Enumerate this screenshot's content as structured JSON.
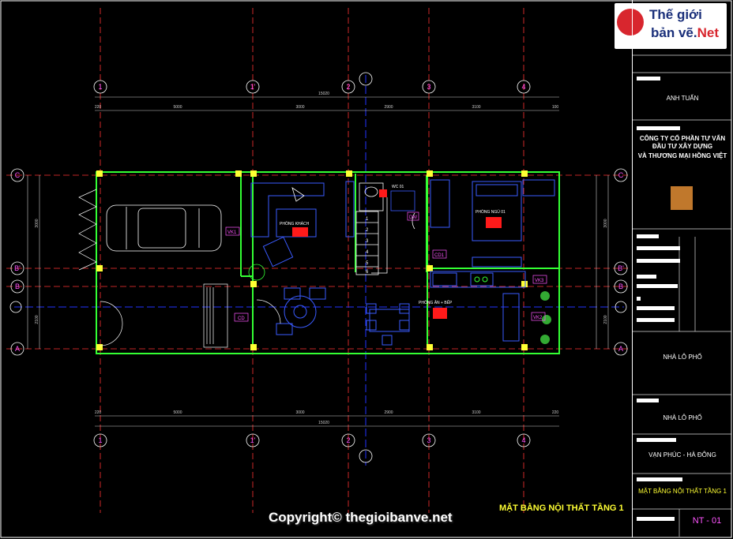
{
  "title": {
    "sheet_title": "MẶT BẰNG NỘI THẤT TẦNG 1",
    "copyright": "Copyright© thegioibanve.net"
  },
  "logo": {
    "line1": "Thế giới",
    "line2a": "bản vẽ.",
    "line2b": "Net"
  },
  "title_block": {
    "owner": "ANH TUẤN",
    "company_line1": "CÔNG TY CỔ PHẦN TƯ VẤN",
    "company_line2": "ĐẦU TƯ XÂY DỰNG",
    "company_line3": "VÀ THƯƠNG MẠI HỒNG VIỆT",
    "project": "NHÀ LÔ PHỐ",
    "project2": "NHÀ LÔ PHỐ",
    "location": "VẠN PHÚC - HÀ ĐÔNG",
    "drawing_name": "MẶT BẰNG NỘI THẤT TẦNG 1",
    "drawing_no": "NT - 01"
  },
  "grid": {
    "columns": [
      "1",
      "1'",
      "2",
      "3",
      "4"
    ],
    "rows": [
      "C",
      "B'",
      "B",
      "A"
    ]
  },
  "dimensions": {
    "top_total": "15020",
    "top_parts": [
      "5000",
      "3000",
      "2900",
      "3100"
    ],
    "top_edge": [
      "220",
      "100"
    ],
    "bottom_total": "15020",
    "bottom_parts": [
      "5000",
      "3000",
      "2900",
      "3100"
    ],
    "bottom_edge": [
      "220",
      "220"
    ],
    "left_parts": [
      "3000",
      "2100"
    ],
    "right_parts": [
      "3000",
      "2100"
    ]
  },
  "rooms": {
    "living": "PHÒNG KHÁCH",
    "bedroom": "PHÒNG NGỦ 01",
    "dining": "PHÒNG ĂN + BẾP",
    "wc": "WC 01"
  },
  "tags": {
    "vk1": "VK1",
    "vk2": "VK2",
    "vk3": "VK3",
    "cd": "CD",
    "cd1": "CD1",
    "dw": "DW"
  },
  "stairs": [
    "1",
    "2",
    "3",
    "4",
    "5",
    "6"
  ],
  "colors": {
    "wall": "#33ff33",
    "furniture": "#3a5bff",
    "grid": "#ff3333",
    "axis": "#2233ff",
    "tag": "#ff55ff",
    "mark": "#ff1a1a"
  }
}
